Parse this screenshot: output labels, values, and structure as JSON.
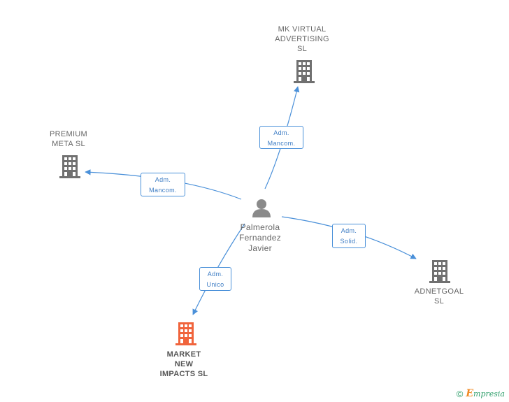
{
  "nodes": {
    "mk": {
      "lines": [
        "MK VIRTUAL",
        "ADVERTISING",
        "SL"
      ]
    },
    "premium": {
      "lines": [
        "PREMIUM",
        "META  SL"
      ]
    },
    "person": {
      "lines": [
        "Palmerola",
        "Fernandez",
        "Javier"
      ]
    },
    "adnet": {
      "lines": [
        "ADNETGOAL",
        "SL"
      ]
    },
    "market": {
      "lines": [
        "MARKET",
        "NEW",
        "IMPACTS  SL"
      ]
    }
  },
  "edges": {
    "to_mk": {
      "lines": [
        "Adm.",
        "Mancom."
      ]
    },
    "to_premium": {
      "lines": [
        "Adm.",
        "Mancom."
      ]
    },
    "to_adnet": {
      "lines": [
        "Adm.",
        "Solid."
      ]
    },
    "to_market": {
      "lines": [
        "Adm.",
        "Unico"
      ]
    }
  },
  "colors": {
    "building": "#707070",
    "building_main": "#f0643c",
    "person": "#8a8a8a",
    "edge": "#4a90d9"
  },
  "icons": {
    "company": "building-icon",
    "person": "person-icon"
  },
  "brand": {
    "copyright": "©",
    "initial": "E",
    "name": "mpresia"
  }
}
